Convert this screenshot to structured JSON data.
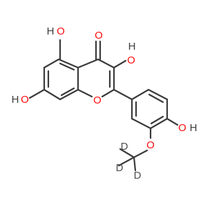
{
  "atoms": {
    "oh_a": {
      "o": "O",
      "h": "H"
    },
    "oh_b": {
      "o": "O",
      "h": "H"
    },
    "oh_c": {
      "o": "O",
      "h": "H"
    },
    "oh_d": {
      "o": "O",
      "h": "H"
    },
    "ketone": {
      "o": "O"
    },
    "ring_o": {
      "o": "O"
    },
    "methoxy_o": {
      "o": "O"
    },
    "deuteriums": [
      "D",
      "D",
      "D"
    ]
  },
  "colors": {
    "bond": "#3a3a3a",
    "oxygen": "#ff0d0d",
    "deuterium": "#4d4d4d",
    "background": "#ffffff"
  }
}
